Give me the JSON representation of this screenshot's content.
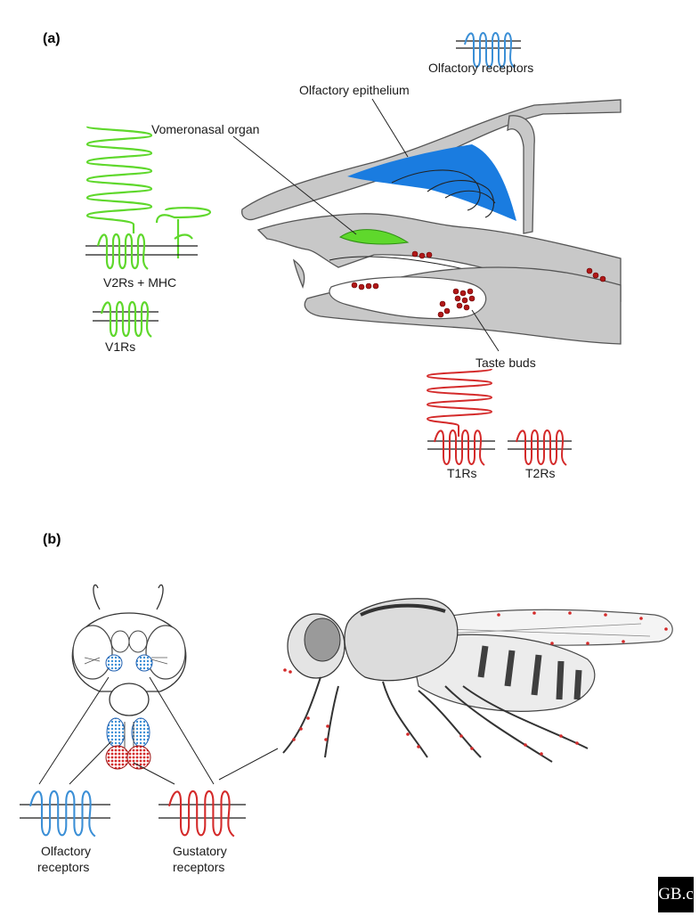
{
  "panels": {
    "a": "(a)",
    "b": "(b)"
  },
  "labels": {
    "olfactory_receptors_top": "Olfactory receptors",
    "olfactory_epithelium": "Olfactory epithelium",
    "vomeronasal_organ": "Vomeronasal organ",
    "v2rs_mhc": "V2Rs + MHC",
    "v1rs": "V1Rs",
    "taste_buds": "Taste buds",
    "t1rs": "T1Rs",
    "t2rs": "T2Rs",
    "olfactory_receptors_line1": "Olfactory",
    "olfactory_receptors_line2": "receptors",
    "gustatory_receptors_line1": "Gustatory",
    "gustatory_receptors_line2": "receptors"
  },
  "logo": "GB.c",
  "colors": {
    "olfactory": "#3b8fd6",
    "vomeronasal": "#5fd82c",
    "gustatory": "#d42a2a",
    "epithelium": "#1a7ce0",
    "bone": "#c8c8c8"
  }
}
